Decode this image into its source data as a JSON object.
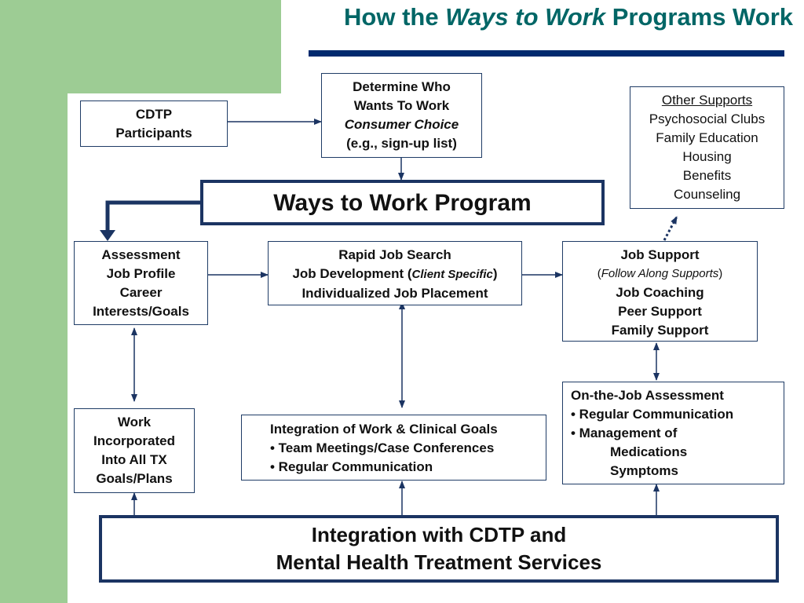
{
  "title": {
    "prefix": "How the",
    "emphasis": "Ways to Work",
    "suffix": "Programs Work"
  },
  "boxes": {
    "cdtp_participants": [
      "CDTP",
      "Participants"
    ],
    "determine": {
      "line1": "Determine Who",
      "line2": "Wants To Work",
      "line3": "Consumer Choice",
      "line4": "(e.g., sign-up list)"
    },
    "other_supports": {
      "heading": "Other Supports",
      "items": [
        "Psychosocial Clubs",
        "Family Education",
        "Housing",
        "Benefits",
        "Counseling"
      ]
    },
    "program": "Ways to Work Program",
    "assessment": [
      "Assessment",
      "Job Profile",
      "Career",
      "Interests/Goals"
    ],
    "rapid": {
      "line1": "Rapid Job Search",
      "line2_main": "Job Development (",
      "line2_italic": "Client Specific",
      "line2_end": ")",
      "line3": "Individualized Job Placement"
    },
    "job_support": {
      "line1": "Job Support",
      "line2_open": "(",
      "line2_italic": "Follow Along Supports",
      "line2_close": ")",
      "line3": "Job Coaching",
      "line4": "Peer Support",
      "line5": "Family Support"
    },
    "work_incorporated": [
      "Work",
      "Incorporated",
      "Into All TX",
      "Goals/Plans"
    ],
    "integration_work": {
      "heading": "Integration of Work & Clinical Goals",
      "bullets": [
        "• Team Meetings/Case Conferences",
        "• Regular Communication"
      ]
    },
    "on_the_job": {
      "heading": "On-the-Job Assessment",
      "bullet1": "• Regular Communication",
      "bullet2": "• Management of",
      "sub": [
        "Medications",
        "Symptoms"
      ]
    },
    "integration_cdtp": [
      "Integration with CDTP and",
      "Mental Health Treatment Services"
    ]
  },
  "colors": {
    "title": "#006666",
    "accent_bar": "#002a6e",
    "border": "#1b3462",
    "side_panel": "#9dcc94"
  }
}
